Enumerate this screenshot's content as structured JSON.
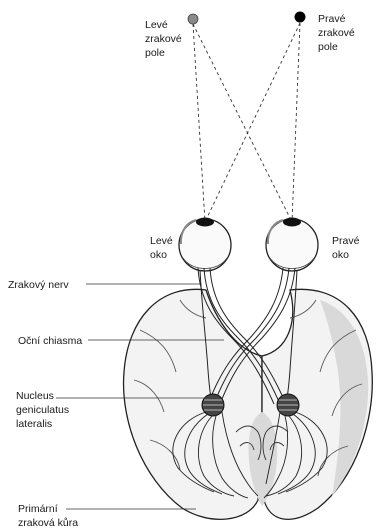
{
  "labels": {
    "left_field": [
      "Levé",
      "zrakové",
      "pole"
    ],
    "right_field": [
      "Pravé",
      "zrakové",
      "pole"
    ],
    "left_eye": [
      "Levé",
      "oko"
    ],
    "right_eye": [
      "Pravé",
      "oko"
    ],
    "optic_nerve": "Zrakový nerv",
    "optic_chiasm": "Oční chiasma",
    "lgn": [
      "Nucleus",
      "geniculatus",
      "lateralis"
    ],
    "primary_visual_cortex": [
      "Primární",
      "zraková kůra"
    ]
  },
  "colors": {
    "ink": "#1a1a1a",
    "left_field_dot": "#8a8a8a",
    "right_field_dot": "#000000",
    "brain_fill": "#f3f3f3",
    "brain_shade": "#d9d9d9"
  }
}
